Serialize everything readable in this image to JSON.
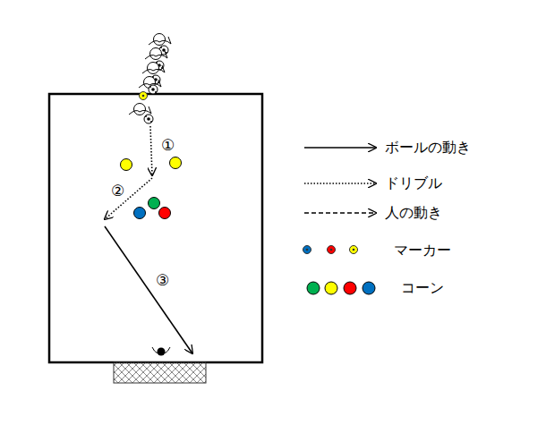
{
  "diagram": {
    "labels": [
      "①",
      "②",
      "③"
    ],
    "legend": [
      {
        "text": "ボールの動き"
      },
      {
        "text": "ドリブル"
      },
      {
        "text": "人の動き"
      },
      {
        "text": "マーカー"
      },
      {
        "text": "コーン"
      }
    ]
  }
}
